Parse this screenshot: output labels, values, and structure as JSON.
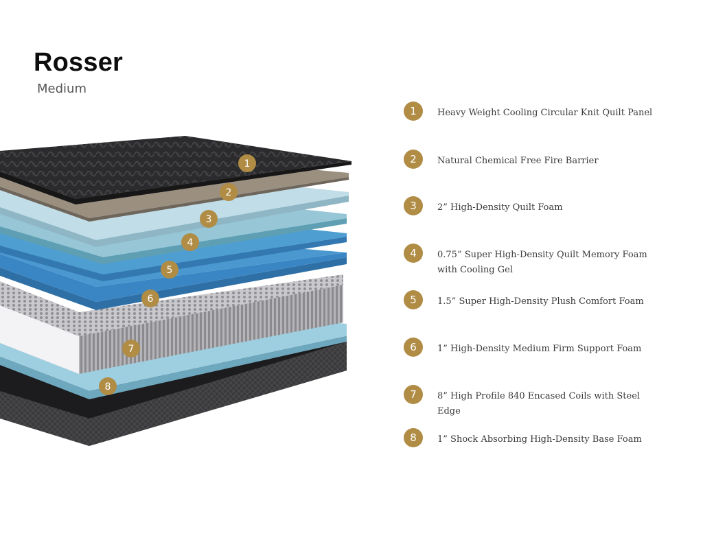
{
  "product": {
    "name": "Rosser",
    "firmness": "Medium"
  },
  "colors": {
    "badge": "#b08c45",
    "quilt": "#2e2e30",
    "fire_barrier": "#8a7d6c",
    "quilt_foam": "#b7d7e4",
    "memory_foam": "#8fbfd0",
    "comfort_foam": "#3d8fc6",
    "support_foam": "#3a86c4",
    "coils": "#8e8e92",
    "base_foam": "#93c6d8",
    "base_cover": "#3b3b3d"
  },
  "layers": [
    {
      "number": "1",
      "label": "Heavy Weight Cooling Circular Knit Quilt Panel"
    },
    {
      "number": "2",
      "label": "Natural Chemical Free Fire Barrier"
    },
    {
      "number": "3",
      "label": "2” High-Density Quilt Foam"
    },
    {
      "number": "4",
      "label": "0.75” Super High-Density Quilt Memory Foam with Cooling Gel"
    },
    {
      "number": "5",
      "label": "1.5” Super High-Density Plush Comfort Foam"
    },
    {
      "number": "6",
      "label": "1” High-Density Medium Firm Support Foam"
    },
    {
      "number": "7",
      "label": "8” High Profile 840 Encased Coils with Steel Edge"
    },
    {
      "number": "8",
      "label": "1” Shock Absorbing High-Density Base Foam"
    }
  ]
}
